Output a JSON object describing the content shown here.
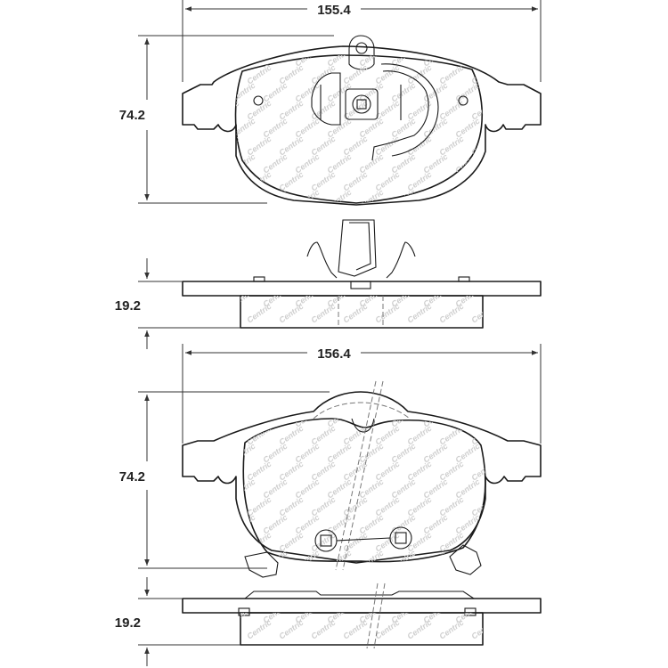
{
  "dimensions": {
    "top_width": "155.4",
    "top_height": "74.2",
    "top_thickness": "19.2",
    "bottom_width": "156.4",
    "bottom_height": "74.2",
    "bottom_thickness": "19.2"
  },
  "watermark": "Centric"
}
